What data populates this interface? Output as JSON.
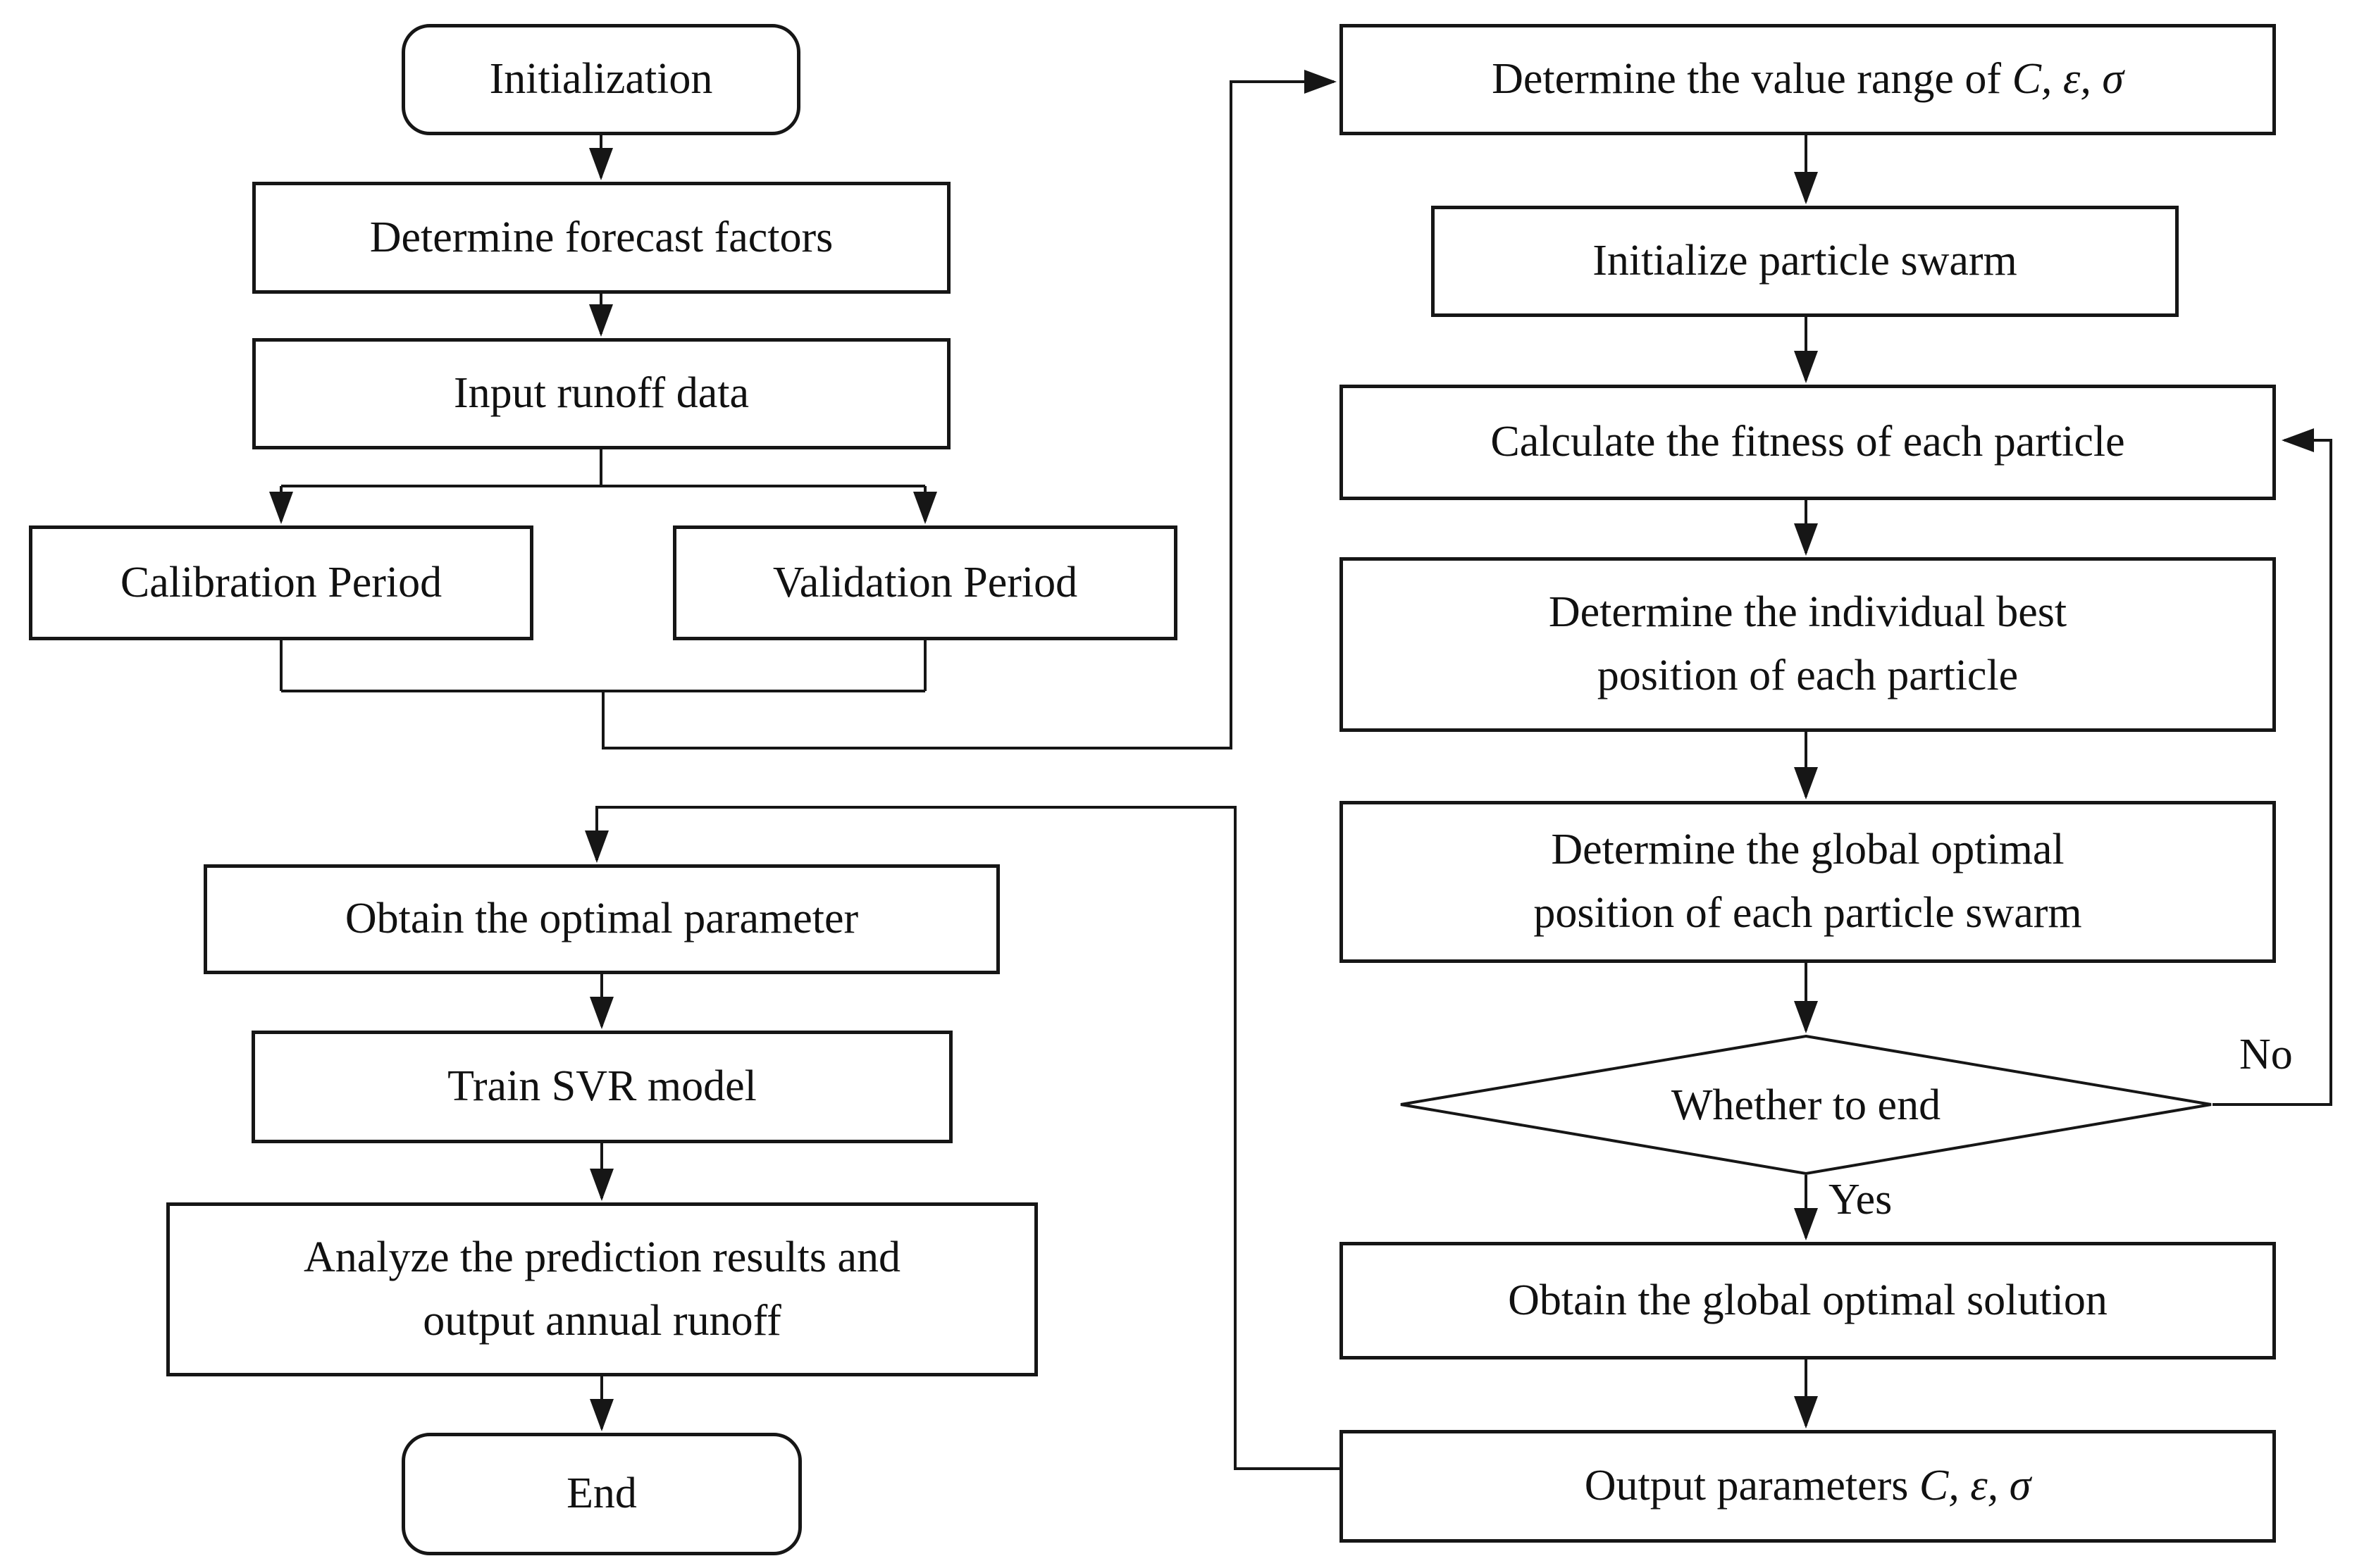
{
  "diagram": {
    "title": "SVR-PSO annual runoff forecasting flowchart",
    "colors": {
      "ink": "#161616",
      "background": "#ffffff"
    },
    "left_column": {
      "initialization": "Initialization",
      "determine_forecast_factors": "Determine forecast factors",
      "input_runoff_data": "Input runoff data",
      "calibration_period": "Calibration Period",
      "validation_period": "Validation Period",
      "obtain_optimal_parameter": "Obtain the optimal parameter",
      "train_svr_model": "Train SVR model",
      "analyze_line1": "Analyze the prediction results and",
      "analyze_line2": "output annual runoff",
      "end": "End"
    },
    "right_column": {
      "determine_value_range_prefix": "Determine the value range of ",
      "value_range_params": "C, ε, σ",
      "initialize_particle_swarm": "Initialize particle swarm",
      "calculate_fitness": "Calculate the fitness of each particle",
      "individual_best_line1": "Determine the individual best",
      "individual_best_line2": "position of each particle",
      "global_optimal_line1": "Determine the global optimal",
      "global_optimal_line2": "position of each particle swarm",
      "whether_to_end": "Whether to end",
      "obtain_global_optimal_solution": "Obtain the global optimal solution",
      "output_parameters_prefix": "Output parameters ",
      "output_params": "C, ε, σ"
    },
    "branch_labels": {
      "yes": "Yes",
      "no": "No"
    }
  }
}
